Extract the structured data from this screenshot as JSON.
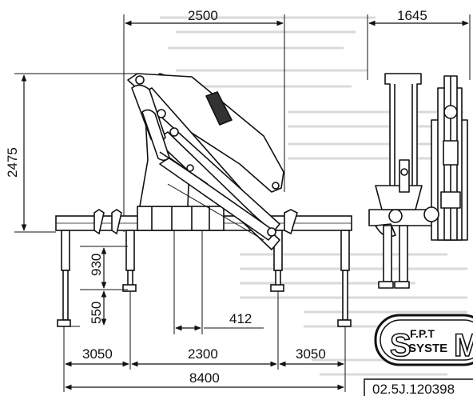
{
  "dimensions": {
    "top_width": "2500",
    "side_width": "1645",
    "height": "2475",
    "leg_upper": "930",
    "leg_lower": "550",
    "offset": "412",
    "span_left": "3050",
    "span_center": "2300",
    "span_right": "3050",
    "span_total": "8400"
  },
  "logo": {
    "brand_top": "F.P.T",
    "brand_bottom": "SYSTE"
  },
  "document_code": "02.5J.120398",
  "colors": {
    "line": "#111111",
    "paper": "#ffffff",
    "faint_text": "#d6d6d6"
  }
}
